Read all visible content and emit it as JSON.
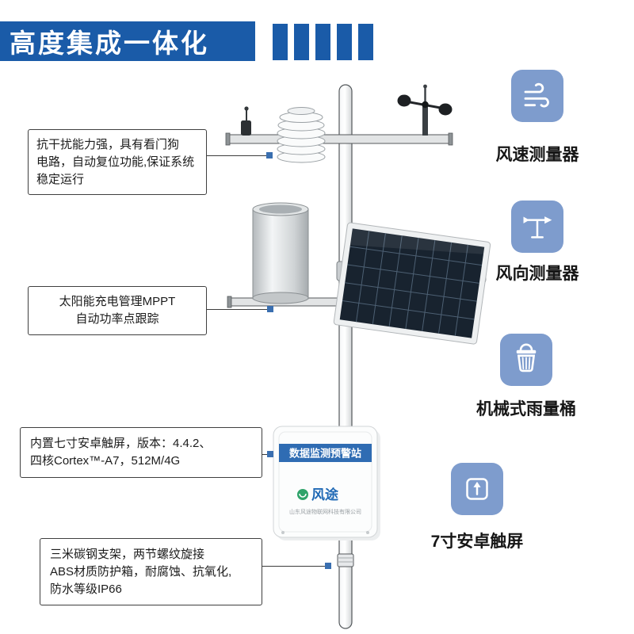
{
  "banner": {
    "title": "高度集成一体化",
    "color": "#1a5ba8",
    "decor_bar_count": 5
  },
  "callouts": [
    {
      "text": "抗干扰能力强，具有看门狗\n电路，自动复位功能,保证系统\n稳定运行"
    },
    {
      "text": "太阳能充电管理MPPT\n自动功率点跟踪"
    },
    {
      "text": "内置七寸安卓触屏，版本：4.4.2、\n四核Cortex™-A7，512M/4G"
    },
    {
      "text": "三米碳钢支架，两节螺纹旋接\nABS材质防护箱，耐腐蚀、抗氧化,\n防水等级IP66"
    }
  ],
  "features": [
    {
      "icon": "wind-speed-icon",
      "label": "风速测量器"
    },
    {
      "icon": "wind-direction-icon",
      "label": "风向测量器"
    },
    {
      "icon": "rain-bucket-icon",
      "label": "机械式雨量桶"
    },
    {
      "icon": "touchscreen-icon",
      "label": "7寸安卓触屏"
    }
  ],
  "device": {
    "panel_band_text": "数据监测预警站",
    "brand": "风途",
    "brand_subtext": "山东风途物联网科技有限公司"
  },
  "colors": {
    "primary_blue": "#1a5ba8",
    "tile_blue": "#7e9ccd",
    "band_blue": "#2f6cb3",
    "leader_square_blue": "#3a6fb0"
  }
}
